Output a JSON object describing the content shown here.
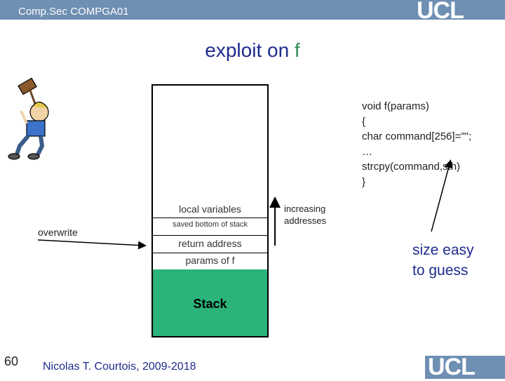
{
  "header": {
    "course": "Comp.Sec COMPGA01",
    "logo": "UCL"
  },
  "title": {
    "main": "exploit on ",
    "highlight": "f"
  },
  "stack": {
    "cells": [
      "local variables",
      "saved bottom of stack",
      "return address",
      "params of f"
    ],
    "label": "Stack"
  },
  "code": {
    "lines": [
      "void f(params)",
      "{",
      "char command[256]=\"\";",
      "…",
      "strcpy(command,sth)",
      "}"
    ]
  },
  "annotations": {
    "increasing": "increasing",
    "addresses": "addresses",
    "overwrite": "overwrite",
    "size_line1": "size easy",
    "size_line2": "to guess"
  },
  "footer": {
    "page": "60",
    "author": "Nicolas T. Courtois, 2009-2018",
    "logo": "UCL"
  },
  "colors": {
    "bar": "#6f8fb3",
    "title": "#1f2b8c",
    "stack": "#2bb37a",
    "accent": "#2e8b57"
  }
}
